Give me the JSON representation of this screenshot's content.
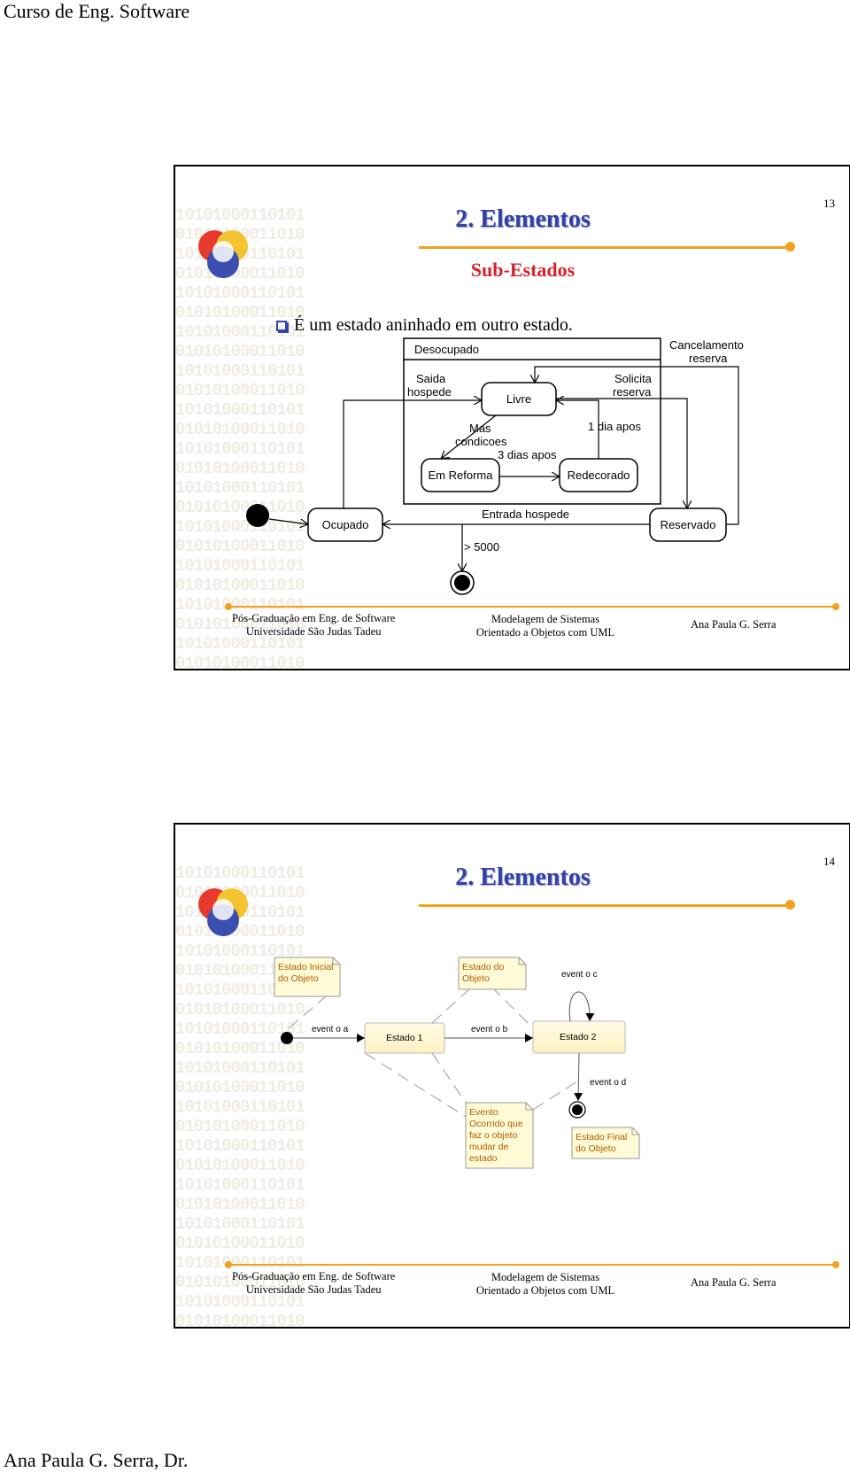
{
  "page": {
    "header": "Curso de Eng. Software",
    "footer": "Ana Paula G. Serra, Dr."
  },
  "colors": {
    "title": "#3340a6",
    "subtitle": "#d8212a",
    "rule": "#f2a11e",
    "note_fill": "#fffbd6",
    "state_fill": "#fff7d4"
  },
  "slide1": {
    "number": "13",
    "title": "2. Elementos",
    "subtitle": "Sub-Estados",
    "bullet": "É um estado aninhado em outro estado.",
    "diagram": {
      "composite_state": "Desocupado",
      "states": {
        "livre": "Livre",
        "em_reforma": "Em Reforma",
        "redecorado": "Redecorado",
        "ocupado": "Ocupado",
        "reservado": "Reservado"
      },
      "transitions": {
        "saida_line1": "Saida",
        "saida_line2": "hospede",
        "solicita_line1": "Solicita",
        "solicita_line2": "reserva",
        "cancelamento_line1": "Cancelamento",
        "cancelamento_line2": "reserva",
        "mas_line1": "Mas",
        "mas_line2": "condicoes",
        "tres_dias": "3 dias apos",
        "um_dia": "1 dia apos",
        "entrada": "Entrada hospede",
        "maior": "> 5000"
      }
    },
    "footer": {
      "left_line1": "Pós-Graduação em Eng. de Software",
      "left_line2": "Universidade São Judas Tadeu",
      "center_line1": "Modelagem de Sistemas",
      "center_line2": "Orientado a Objetos com UML",
      "right": "Ana Paula G. Serra"
    }
  },
  "slide2": {
    "number": "14",
    "title": "2. Elementos",
    "diagram": {
      "notes": {
        "estado_inicial_line1": "Estado Inicial",
        "estado_inicial_line2": "do Objeto",
        "estado_do_line1": "Estado do",
        "estado_do_line2": "Objeto",
        "evento_ocorrido_line1": "Evento",
        "evento_ocorrido_line2": "Ocorrido que",
        "evento_ocorrido_line3": "faz o objeto",
        "evento_ocorrido_line4": "mudar de",
        "evento_ocorrido_line5": "estado",
        "estado_final_line1": "Estado Final",
        "estado_final_line2": "do Objeto"
      },
      "states": {
        "estado1": "Estado 1",
        "estado2": "Estado 2"
      },
      "events": {
        "a": "event o a",
        "b": "event o b",
        "c": "event o c",
        "d": "event o d"
      }
    },
    "footer": {
      "left_line1": "Pós-Graduação em Eng. de Software",
      "left_line2": "Universidade São Judas Tadeu",
      "center_line1": "Modelagem de Sistemas",
      "center_line2": "Orientado a Objetos com UML",
      "right": "Ana Paula G. Serra"
    }
  }
}
